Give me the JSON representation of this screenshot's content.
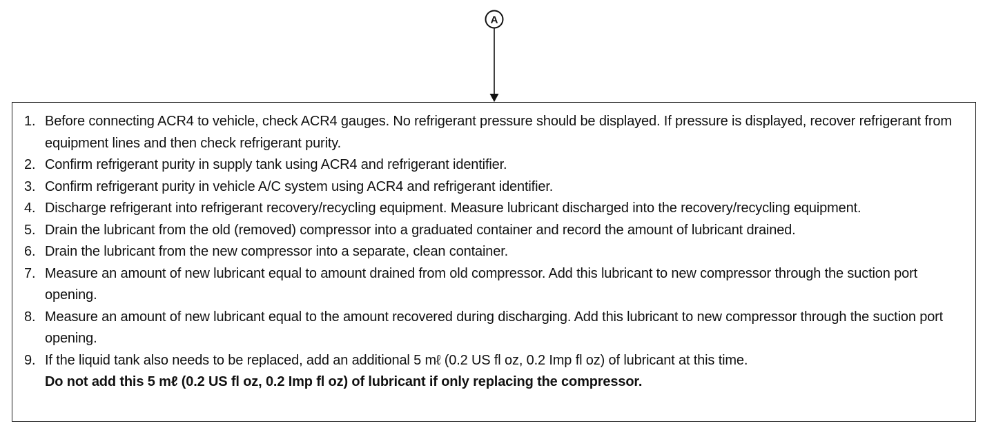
{
  "callout": {
    "label": "A"
  },
  "steps": [
    {
      "num": "1.",
      "text": "Before connecting ACR4 to vehicle, check ACR4 gauges. No refrigerant pressure should be displayed. If pressure is displayed, recover refrigerant from equipment lines and then check refrigerant purity."
    },
    {
      "num": "2.",
      "text": "Confirm refrigerant purity in supply tank using ACR4 and refrigerant identifier."
    },
    {
      "num": "3.",
      "text": "Confirm refrigerant purity in vehicle A/C system using ACR4 and refrigerant identifier."
    },
    {
      "num": "4.",
      "text": "Discharge refrigerant into refrigerant recovery/recycling equipment. Measure lubricant discharged into the recovery/recycling equipment."
    },
    {
      "num": "5.",
      "text": "Drain the lubricant from the old (removed) compressor into a graduated container and record the amount of lubricant drained."
    },
    {
      "num": "6.",
      "text": "Drain the lubricant from the new compressor into a separate, clean container."
    },
    {
      "num": "7.",
      "text": "Measure an amount of new lubricant equal to amount drained from old compressor. Add this lubricant to new compressor through the suction port opening."
    },
    {
      "num": "8.",
      "text": "Measure an amount of new lubricant equal to the amount recovered during discharging. Add this lubricant to new compressor through the suction port opening."
    },
    {
      "num": "9.",
      "text": "If the liquid tank also needs to be replaced, add an additional 5 mℓ (0.2 US fl oz, 0.2 Imp fl oz) of lubricant at this time.",
      "note": "Do not add this 5 mℓ (0.2 US fl oz, 0.2 Imp fl oz) of lubricant if only replacing the compressor."
    }
  ]
}
